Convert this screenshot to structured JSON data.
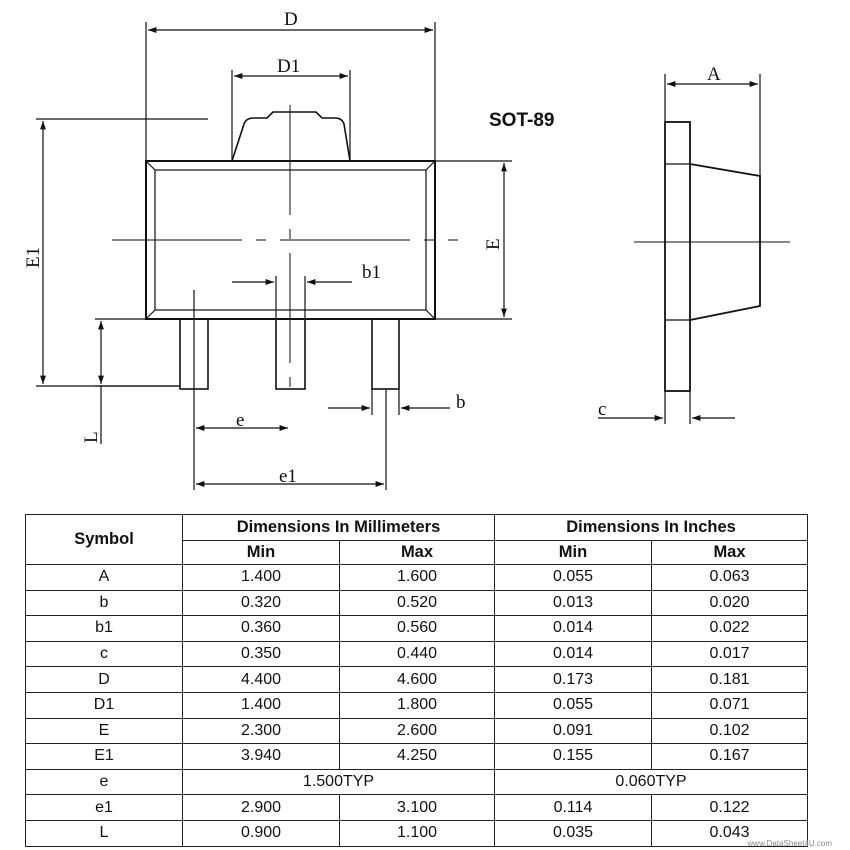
{
  "package_name": "SOT-89",
  "dimension_labels": {
    "D": "D",
    "D1": "D1",
    "E1": "E1",
    "E": "E",
    "b1": "b1",
    "b": "b",
    "e": "e",
    "e1": "e1",
    "L": "L",
    "A": "A",
    "c": "c"
  },
  "table": {
    "symbol_header": "Symbol",
    "mm_header": "Dimensions In Millimeters",
    "in_header": "Dimensions In Inches",
    "min_label": "Min",
    "max_label": "Max",
    "rows": [
      {
        "symbol": "A",
        "mm_min": "1.400",
        "mm_max": "1.600",
        "in_min": "0.055",
        "in_max": "0.063"
      },
      {
        "symbol": "b",
        "mm_min": "0.320",
        "mm_max": "0.520",
        "in_min": "0.013",
        "in_max": "0.020"
      },
      {
        "symbol": "b1",
        "mm_min": "0.360",
        "mm_max": "0.560",
        "in_min": "0.014",
        "in_max": "0.022"
      },
      {
        "symbol": "c",
        "mm_min": "0.350",
        "mm_max": "0.440",
        "in_min": "0.014",
        "in_max": "0.017"
      },
      {
        "symbol": "D",
        "mm_min": "4.400",
        "mm_max": "4.600",
        "in_min": "0.173",
        "in_max": "0.181"
      },
      {
        "symbol": "D1",
        "mm_min": "1.400",
        "mm_max": "1.800",
        "in_min": "0.055",
        "in_max": "0.071"
      },
      {
        "symbol": "E",
        "mm_min": "2.300",
        "mm_max": "2.600",
        "in_min": "0.091",
        "in_max": "0.102"
      },
      {
        "symbol": "E1",
        "mm_min": "3.940",
        "mm_max": "4.250",
        "in_min": "0.155",
        "in_max": "0.167"
      },
      {
        "symbol": "e",
        "mm_typ": "1.500TYP",
        "in_typ": "0.060TYP"
      },
      {
        "symbol": "e1",
        "mm_min": "2.900",
        "mm_max": "3.100",
        "in_min": "0.114",
        "in_max": "0.122"
      },
      {
        "symbol": "L",
        "mm_min": "0.900",
        "mm_max": "1.100",
        "in_min": "0.035",
        "in_max": "0.043"
      }
    ]
  },
  "watermark": "www.DataSheet4U.com"
}
